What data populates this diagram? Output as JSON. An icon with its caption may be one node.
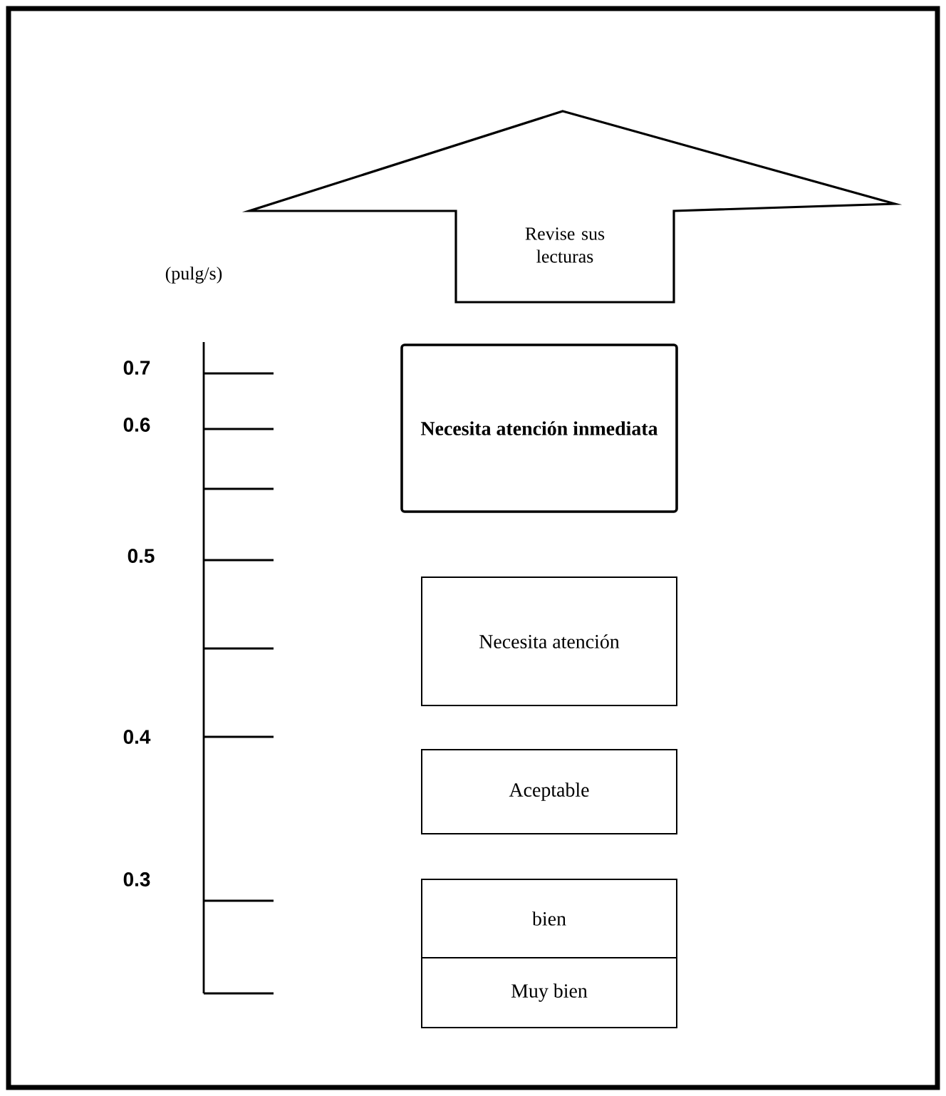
{
  "diagram": {
    "nodes": [
      {
        "text": [
          "Revise sus lecturas"
        ]
      },
      {
        "text": [
          "Necesita atención inmediata"
        ]
      },
      {
        "text": [
          "Necesita atención"
        ]
      },
      {
        "text": [
          "Aceptable"
        ]
      },
      {
        "text": [
          "bien"
        ]
      },
      {
        "text": [
          "Muy bien"
        ]
      }
    ],
    "labels": [
      "(pulg/s)",
      "0.7",
      "0.6",
      "0.5",
      "0.4",
      "0.3"
    ]
  }
}
